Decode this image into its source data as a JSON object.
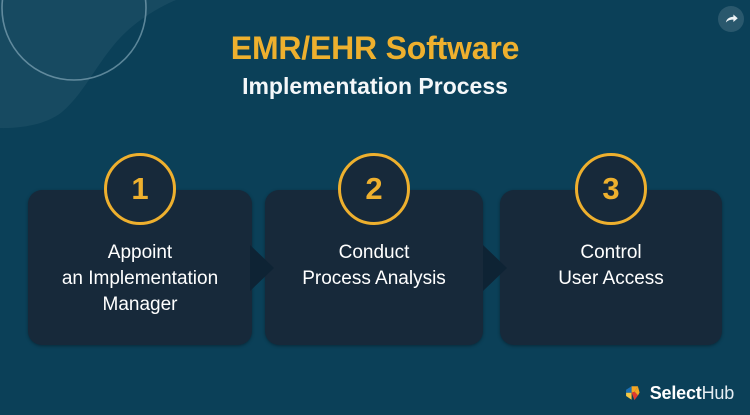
{
  "theme": {
    "background": "#0b4058",
    "background_light": "#174a61",
    "card": "#17293a",
    "accent": "#eeb02e",
    "text": "#ffffff"
  },
  "header": {
    "title": "EMR/EHR Software",
    "subtitle": "Implementation Process"
  },
  "share": {
    "icon": "share-arrow-icon"
  },
  "steps": [
    {
      "number": "1",
      "label": "Appoint\nan Implementation\nManager"
    },
    {
      "number": "2",
      "label": "Conduct\nProcess Analysis"
    },
    {
      "number": "3",
      "label": "Control\nUser Access"
    }
  ],
  "logo": {
    "mark": "selecthub-cube-icon",
    "name_bold": "Select",
    "name_light": "Hub"
  }
}
